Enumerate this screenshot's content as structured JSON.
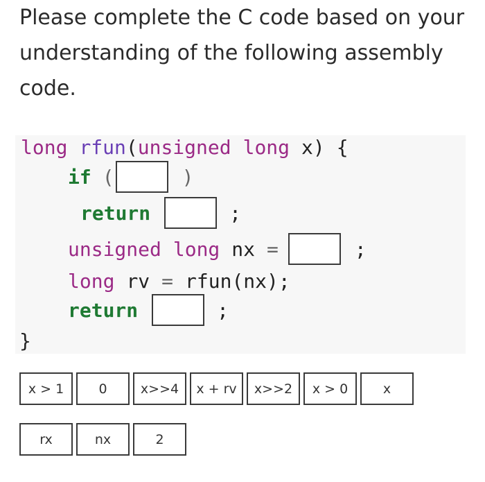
{
  "prompt": {
    "line1": "Please complete the C code based on your",
    "line2": "understanding of the following assembly",
    "line3": "code."
  },
  "code": {
    "signature": {
      "kw_long": "long",
      "fn_name": "rfun",
      "open_paren": "(",
      "kw_unsigned": "unsigned",
      "kw_long2": "long",
      "param": "x)",
      "brace": "{"
    },
    "if_line": {
      "kw_if": "if",
      "open": "(",
      "close": ")"
    },
    "return1": {
      "kw_return": "return",
      "semi": ";"
    },
    "nx_line": {
      "kw_unsigned": "unsigned",
      "kw_long": "long",
      "var": "nx",
      "eq": "=",
      "semi": ";"
    },
    "rv_line": {
      "kw_long": "long",
      "var": "rv",
      "eq": "=",
      "call": "rfun(nx);"
    },
    "return2": {
      "kw_return": "return",
      "semi": ";"
    },
    "closing_brace": "}"
  },
  "options": {
    "row1": [
      "x > 1",
      "0",
      "x>>4",
      "x + rv",
      "x>>2",
      "x > 0",
      "x"
    ],
    "row2": [
      "rx",
      "nx",
      "2"
    ]
  },
  "colors": {
    "keyword": "#9b2a86",
    "keyword_bold": "#1f7a33",
    "function": "#6a3fb5",
    "code_background": "#f7f7f7"
  }
}
